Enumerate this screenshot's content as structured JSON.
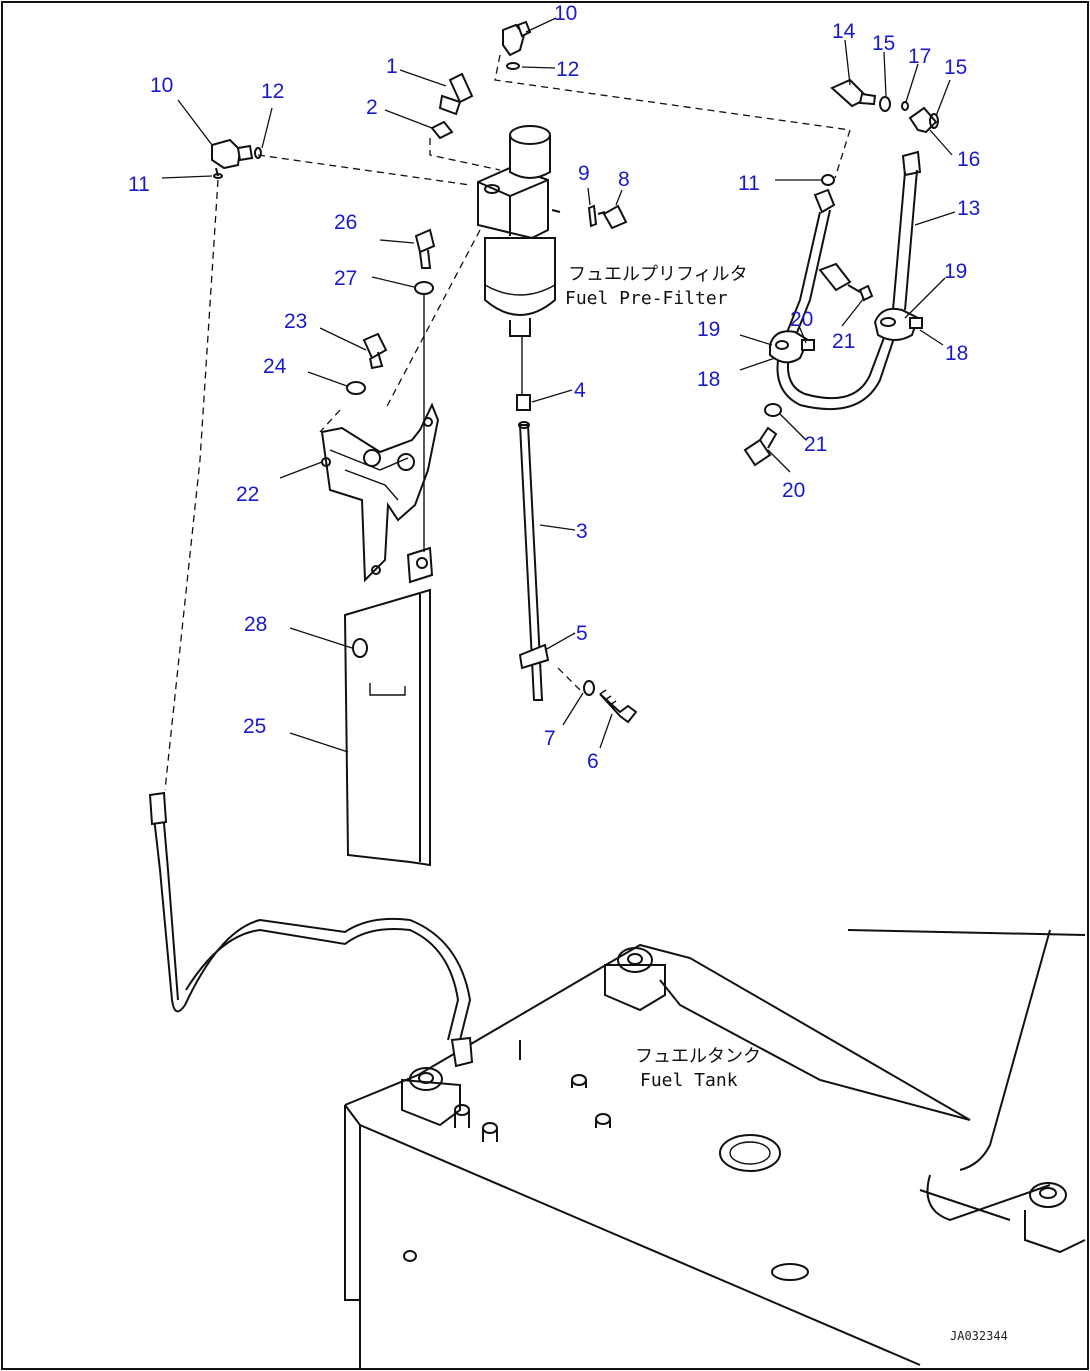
{
  "diagram": {
    "code": "JA032344",
    "annotations": {
      "prefilter_jp": "フュエルプリフィルタ",
      "prefilter_en": "Fuel Pre-Filter",
      "tank_jp": "フュエルタンク",
      "tank_en": "Fuel Tank"
    },
    "callouts": [
      {
        "id": "c1",
        "label": "1"
      },
      {
        "id": "c2",
        "label": "2"
      },
      {
        "id": "c3",
        "label": "3"
      },
      {
        "id": "c4",
        "label": "4"
      },
      {
        "id": "c5",
        "label": "5"
      },
      {
        "id": "c6",
        "label": "6"
      },
      {
        "id": "c7",
        "label": "7"
      },
      {
        "id": "c8",
        "label": "8"
      },
      {
        "id": "c9",
        "label": "9"
      },
      {
        "id": "c10a",
        "label": "10"
      },
      {
        "id": "c10b",
        "label": "10"
      },
      {
        "id": "c11a",
        "label": "11"
      },
      {
        "id": "c11b",
        "label": "11"
      },
      {
        "id": "c12a",
        "label": "12"
      },
      {
        "id": "c12b",
        "label": "12"
      },
      {
        "id": "c13",
        "label": "13"
      },
      {
        "id": "c14",
        "label": "14"
      },
      {
        "id": "c15a",
        "label": "15"
      },
      {
        "id": "c15b",
        "label": "15"
      },
      {
        "id": "c16",
        "label": "16"
      },
      {
        "id": "c17",
        "label": "17"
      },
      {
        "id": "c18a",
        "label": "18"
      },
      {
        "id": "c18b",
        "label": "18"
      },
      {
        "id": "c19a",
        "label": "19"
      },
      {
        "id": "c19b",
        "label": "19"
      },
      {
        "id": "c20a",
        "label": "20"
      },
      {
        "id": "c20b",
        "label": "20"
      },
      {
        "id": "c21a",
        "label": "21"
      },
      {
        "id": "c21b",
        "label": "21"
      },
      {
        "id": "c22",
        "label": "22"
      },
      {
        "id": "c23",
        "label": "23"
      },
      {
        "id": "c24",
        "label": "24"
      },
      {
        "id": "c25",
        "label": "25"
      },
      {
        "id": "c26",
        "label": "26"
      },
      {
        "id": "c27",
        "label": "27"
      },
      {
        "id": "c28",
        "label": "28"
      }
    ]
  }
}
